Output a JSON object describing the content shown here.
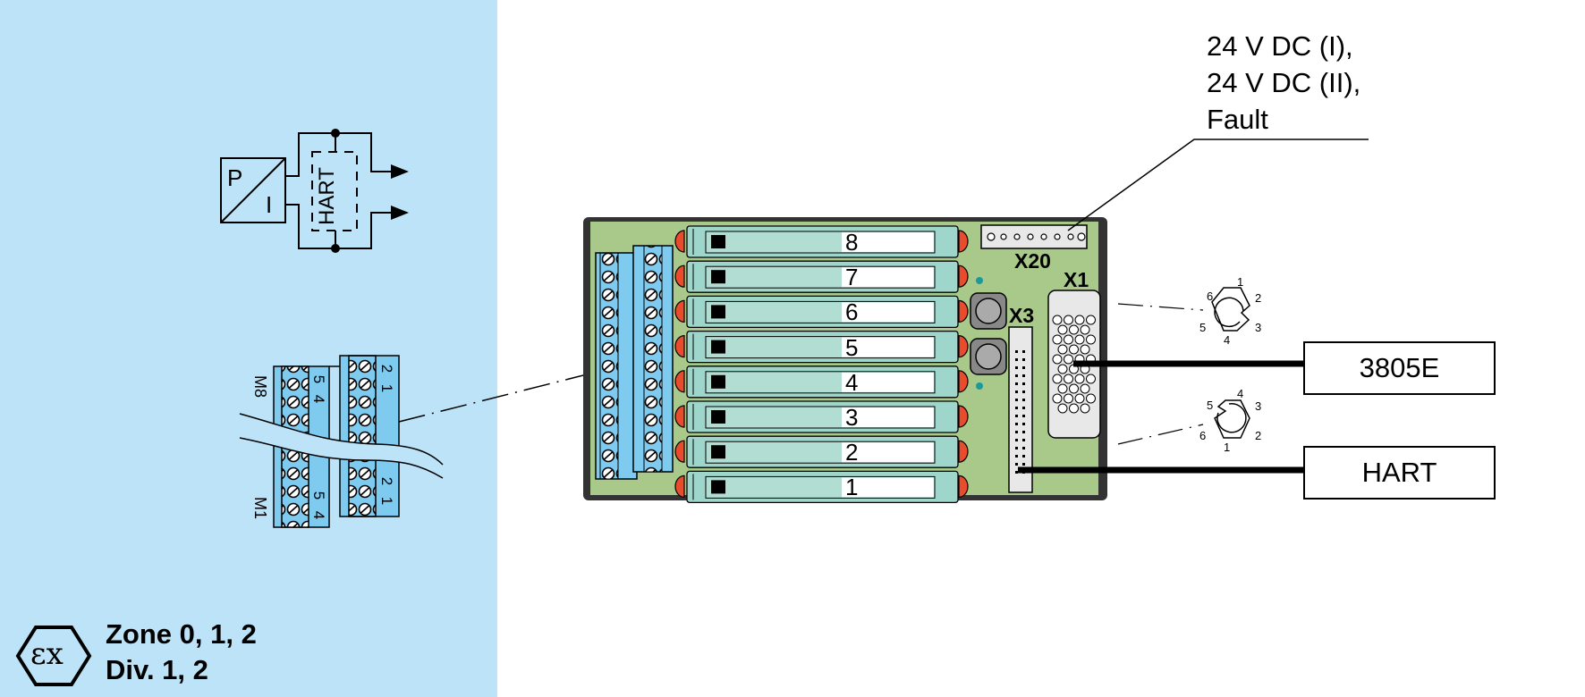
{
  "hazardous_area": {
    "background": "#bde3f8",
    "transmitter": {
      "label_p": "P",
      "label_i": "I",
      "hart_label": "HART"
    },
    "terminal_blocks": {
      "top_label": "M8",
      "bottom_label": "M1",
      "pins_left": [
        "5",
        "4"
      ],
      "pins_right": [
        "2",
        "1"
      ]
    },
    "ex_logo": {
      "glyph": "εx",
      "icon": "ex-hexagon-icon"
    },
    "zone_lines": [
      "Zone 0, 1, 2",
      "Div. 1, 2"
    ]
  },
  "termination_board": {
    "board_color": "#a8c98a",
    "terminal_color": "#7ecbef",
    "module_color": "#9fd6cc",
    "led_color": "#e84c2d",
    "modules": [
      "8",
      "7",
      "6",
      "5",
      "4",
      "3",
      "2",
      "1"
    ],
    "connectors": {
      "x20": "X20",
      "x1": "X1",
      "x3": "X3"
    }
  },
  "supply_callout": [
    "24 V DC (I),",
    "24 V DC (II),",
    "Fault"
  ],
  "x1_pinout_top": [
    "1",
    "2",
    "3",
    "4",
    "5",
    "6"
  ],
  "x1_pinout_bottom": [
    "1",
    "2",
    "3",
    "4",
    "5",
    "6"
  ],
  "devices": [
    {
      "label": "3805E"
    },
    {
      "label": "HART"
    }
  ]
}
